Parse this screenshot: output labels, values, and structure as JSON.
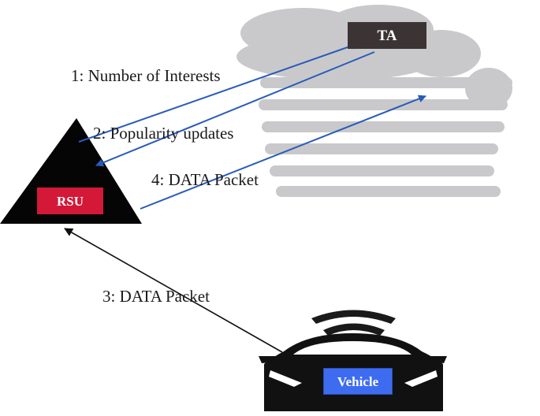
{
  "nodes": {
    "ta": "TA",
    "rsu": "RSU",
    "vehicle": "Vehicle"
  },
  "edges": [
    {
      "label": "1: Number of Interests",
      "from": "RSU",
      "to": "TA"
    },
    {
      "label": "2: Popularity updates",
      "from": "TA",
      "to": "RSU"
    },
    {
      "label": "3: DATA Packet",
      "from": "Vehicle",
      "to": "RSU"
    },
    {
      "label": "4: DATA Packet",
      "from": "RSU",
      "to": "TA"
    }
  ],
  "colors": {
    "cloud": "#c9c9cc",
    "ta_box": "#3c3434",
    "rsu_box": "#d41838",
    "vehicle_box": "#3d6cf0",
    "blue_arrow": "#2a5bb8",
    "black_arrow": "#111111"
  }
}
